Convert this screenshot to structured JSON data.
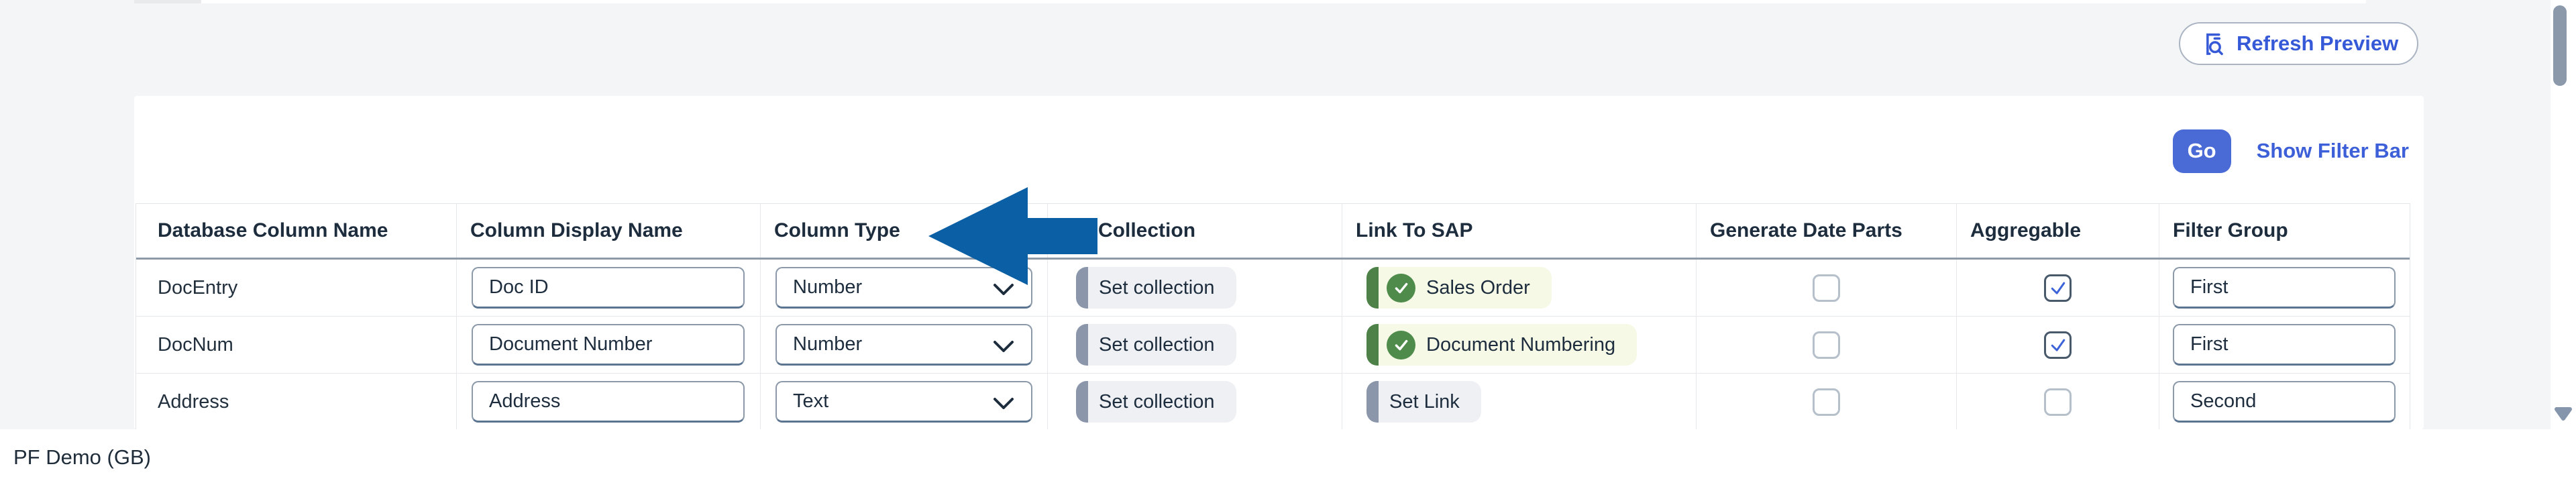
{
  "page": {
    "background_color": "#f4f5f6",
    "footer": {
      "text": "PF Demo (GB)"
    }
  },
  "toolbar": {
    "refresh_button": {
      "label": "Refresh Preview",
      "icon": "document-search-icon",
      "color": "#3659d8"
    }
  },
  "filter_bar": {
    "go_button": "Go",
    "go_button_color": "#4a6ad6",
    "show_filter_bar_link": "Show Filter Bar",
    "link_color": "#3d60d8"
  },
  "annotation_arrow": {
    "shape": "left-pointing-arrow",
    "color": "#0b5fa4",
    "points_at": "Column Type"
  },
  "table": {
    "columns": [
      "Database Column Name",
      "Column Display Name",
      "Column Type",
      "Set Collection",
      "Link To SAP",
      "Generate Date Parts",
      "Aggregable",
      "Filter Group"
    ],
    "rows": [
      {
        "db_name": "DocEntry",
        "display_name": "Doc ID",
        "column_type": "Number",
        "set_collection_label": "Set collection",
        "link_to_sap": "Sales Order",
        "link_variant": "success",
        "generate_date_parts": false,
        "aggregable": true,
        "filter_group": "First"
      },
      {
        "db_name": "DocNum",
        "display_name": "Document Number",
        "column_type": "Number",
        "set_collection_label": "Set collection",
        "link_to_sap": "Document Numbering",
        "link_variant": "success",
        "generate_date_parts": false,
        "aggregable": true,
        "filter_group": "First"
      },
      {
        "db_name": "Address",
        "display_name": "Address",
        "column_type": "Text",
        "set_collection_label": "Set collection",
        "link_to_sap": "Set Link",
        "link_variant": "neutral",
        "generate_date_parts": false,
        "aggregable": false,
        "filter_group": "Second"
      }
    ]
  },
  "colors": {
    "header_text": "#1d2d3e",
    "success_chip_bg": "#f5f9e6",
    "success_chip_bar": "#4d8148",
    "neutral_chip_bg": "#eef0f3",
    "neutral_chip_bar": "#8b96ab",
    "checkbox_check": "#3c63d8"
  },
  "scrollbar": {
    "side": "right",
    "thumb_color": "#8b99ab"
  }
}
